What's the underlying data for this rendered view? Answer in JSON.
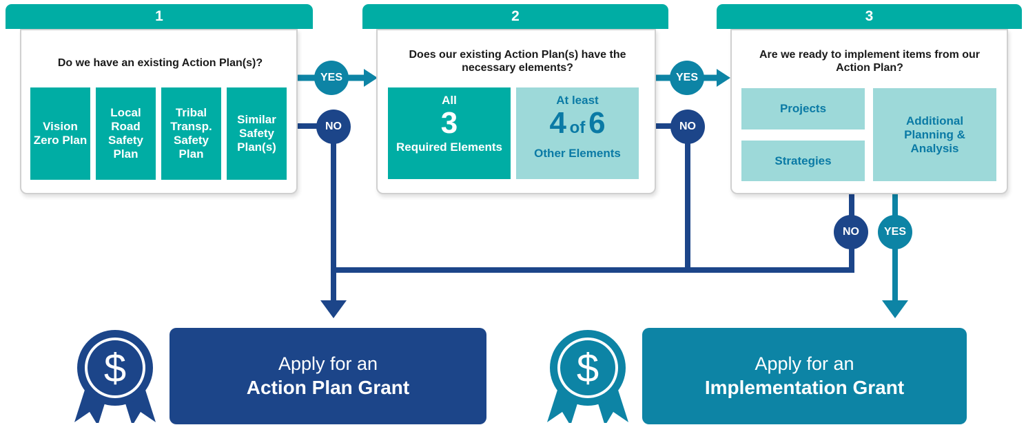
{
  "steps": [
    {
      "number": "1",
      "question": "Do we have an existing Action Plan(s)?",
      "options": [
        "Vision Zero Plan",
        "Local Road Safety Plan",
        "Tribal Transp. Safety Plan",
        "Similar Safety Plan(s)"
      ]
    },
    {
      "number": "2",
      "question": "Does our existing Action Plan(s) have the necessary elements?",
      "required": {
        "prefix": "All",
        "count": "3",
        "label": "Required Elements"
      },
      "other": {
        "prefix": "At least",
        "count": "4",
        "of": "of",
        "total": "6",
        "label": "Other Elements"
      }
    },
    {
      "number": "3",
      "question": "Are we ready to implement items from our Action Plan?",
      "options": [
        "Projects",
        "Strategies",
        "Additional Planning & Analysis"
      ]
    }
  ],
  "connectors": {
    "yes": "YES",
    "no": "NO"
  },
  "outcomes": {
    "action_plan": {
      "line1": "Apply for an",
      "line2": "Action Plan Grant"
    },
    "implementation": {
      "line1": "Apply for an",
      "line2": "Implementation Grant"
    }
  },
  "colors": {
    "teal": "#00ada4",
    "light_teal": "#9dd9d9",
    "navy": "#1c4589",
    "blue_teal": "#0d84a5"
  },
  "icons": [
    "dollar-award-ribbon-icon",
    "dollar-award-ribbon-icon"
  ]
}
